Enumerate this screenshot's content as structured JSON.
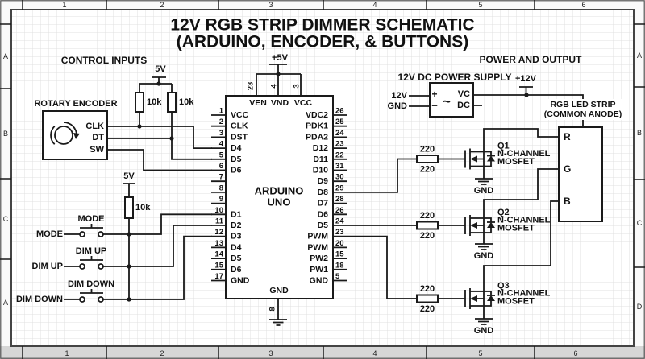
{
  "frame": {
    "top_columns": [
      "1",
      "2",
      "3",
      "4",
      "5",
      "6"
    ],
    "bottom_columns": [
      "1",
      "2",
      "3",
      "4",
      "5",
      "6"
    ],
    "left_rows": [
      "A",
      "B",
      "C",
      "A"
    ],
    "right_rows": [
      "A",
      "B",
      "C",
      "D"
    ]
  },
  "title": {
    "line1": "12V RGB STRIP DIMMER SCHEMATIC",
    "line2": "(ARDUINO, ENCODER, & BUTTONS)"
  },
  "sections": {
    "control_inputs": "CONTROL INPUTS",
    "power_and_output": "POWER AND OUTPUT"
  },
  "encoder": {
    "label": "ROTARY ENCODER",
    "pin_clk": "CLK",
    "pin_dt": "DT",
    "pin_sw": "SW"
  },
  "pullups": {
    "supply": "5V",
    "r1": "10k",
    "r2": "10k"
  },
  "buttons": {
    "supply": "5V",
    "resistor": "10k",
    "items": [
      {
        "label": "MODE"
      },
      {
        "label": "DIM UP"
      },
      {
        "label": "DIM DOWN"
      }
    ]
  },
  "chip": {
    "name_line1": "ARDUINO",
    "name_line2": "UNO",
    "top_supply": "+5V",
    "top_pins": [
      {
        "num": "23",
        "label": "VEN"
      },
      {
        "num": "4",
        "label": "VND"
      },
      {
        "num": "3",
        "label": "VCC"
      }
    ],
    "bottom_pin": {
      "num": "8",
      "label": "GND"
    },
    "left_pins": [
      {
        "num": "1",
        "label": "VCC"
      },
      {
        "num": "2",
        "label": "CLK"
      },
      {
        "num": "3",
        "label": "DST"
      },
      {
        "num": "4",
        "label": "D4"
      },
      {
        "num": "5",
        "label": "D5"
      },
      {
        "num": "6",
        "label": "D6"
      },
      {
        "num": "7",
        "label": ""
      },
      {
        "num": "8",
        "label": ""
      },
      {
        "num": "9",
        "label": ""
      },
      {
        "num": "10",
        "label": "D1"
      },
      {
        "num": "11",
        "label": "D2"
      },
      {
        "num": "12",
        "label": "D3"
      },
      {
        "num": "13",
        "label": "D4"
      },
      {
        "num": "14",
        "label": "D5"
      },
      {
        "num": "15",
        "label": "D6"
      },
      {
        "num": "17",
        "label": "GND"
      }
    ],
    "right_pins": [
      {
        "num": "26",
        "label": "VDC2"
      },
      {
        "num": "25",
        "label": "PDK1"
      },
      {
        "num": "24",
        "label": "PDA2"
      },
      {
        "num": "23",
        "label": "D12"
      },
      {
        "num": "22",
        "label": "D11"
      },
      {
        "num": "31",
        "label": "D10"
      },
      {
        "num": "30",
        "label": "D9"
      },
      {
        "num": "29",
        "label": "D8"
      },
      {
        "num": "28",
        "label": "D7"
      },
      {
        "num": "26",
        "label": "D6"
      },
      {
        "num": "24",
        "label": "D5"
      },
      {
        "num": "23",
        "label": "PWM"
      },
      {
        "num": "20",
        "label": "PWM"
      },
      {
        "num": "15",
        "label": "PW2"
      },
      {
        "num": "18",
        "label": "PW1"
      },
      {
        "num": "5",
        "label": "GND"
      }
    ]
  },
  "power_supply": {
    "label": "12V DC POWER SUPPLY",
    "in_12v": "12V",
    "in_gnd": "GND",
    "plus": "+",
    "minus": "−",
    "ac": "~",
    "out_vc": "VC",
    "out_dc": "DC",
    "rail": "+12V"
  },
  "led_strip": {
    "label_line1": "RGB LED STRIP",
    "label_line2": "(COMMON ANODE)",
    "pin_r": "R",
    "pin_g": "G",
    "pin_b": "B"
  },
  "mosfets": [
    {
      "ref": "Q1",
      "type1": "N-CHANNEL",
      "type2": "MOSFET",
      "r_top": "220",
      "r_bottom": "220",
      "gnd": "GND"
    },
    {
      "ref": "Q2",
      "type1": "N-CHANNEL",
      "type2": "MOSFET",
      "r_top": "220",
      "r_bottom": "220",
      "gnd": "GND"
    },
    {
      "ref": "Q3",
      "type1": "N-CHANNEL",
      "type2": "MOSFET",
      "r_top": "220",
      "r_bottom": "220",
      "gnd": "GND"
    }
  ],
  "colors": {
    "wire": "#1a1a1a",
    "grid": "#e0e0e0",
    "strip_bg": "#fafafa",
    "bottom_strip_bg": "#d6d6d6",
    "background": "#ffffff"
  }
}
